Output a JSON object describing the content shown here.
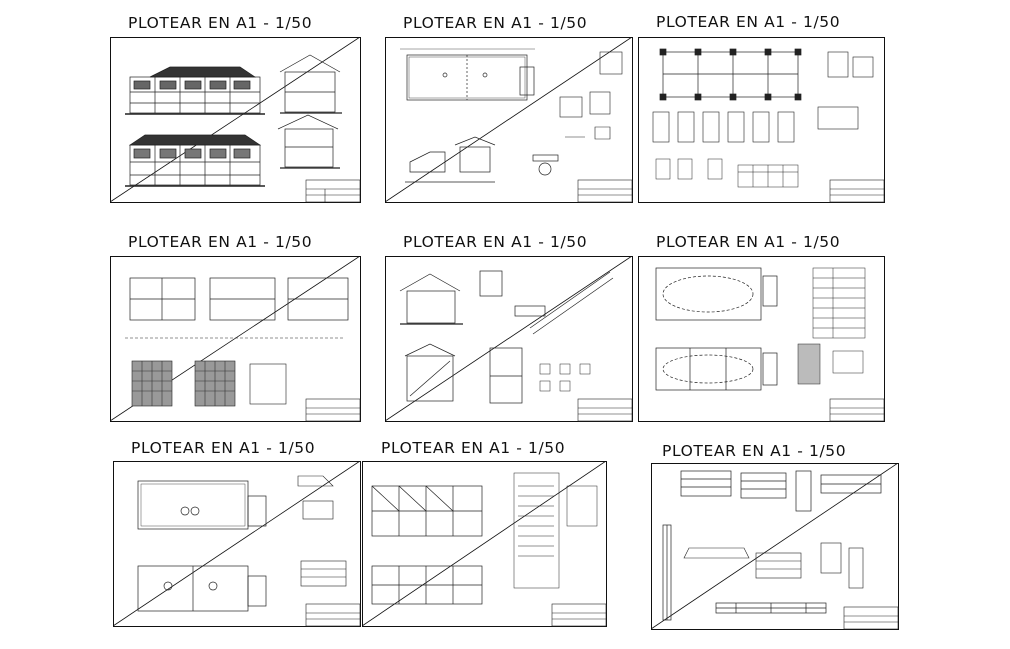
{
  "sheets": [
    {
      "id": "s1",
      "title": "PLOTEAR EN  A1 - 1/50",
      "content": "elevations"
    },
    {
      "id": "s2",
      "title": "PLOTEAR EN  A1 - 1/50",
      "content": "floor-plan-and-details"
    },
    {
      "id": "s3",
      "title": "PLOTEAR EN  A1 - 1/50",
      "content": "foundation-plan"
    },
    {
      "id": "s4",
      "title": "PLOTEAR EN  A1 - 1/50",
      "content": "column-details"
    },
    {
      "id": "s5",
      "title": "PLOTEAR EN  A1 - 1/50",
      "content": "sections-stairs"
    },
    {
      "id": "s6",
      "title": "PLOTEAR EN  A1 - 1/50",
      "content": "slab-plans"
    },
    {
      "id": "s7",
      "title": "PLOTEAR EN  A1 - 1/50",
      "content": "architecture-plans"
    },
    {
      "id": "s8",
      "title": "PLOTEAR EN  A1 - 1/50",
      "content": "structural-framing"
    },
    {
      "id": "s9",
      "title": "PLOTEAR EN  A1 - 1/50",
      "content": "beam-details"
    }
  ],
  "colors": {
    "line": "#111111",
    "background": "#ffffff"
  }
}
